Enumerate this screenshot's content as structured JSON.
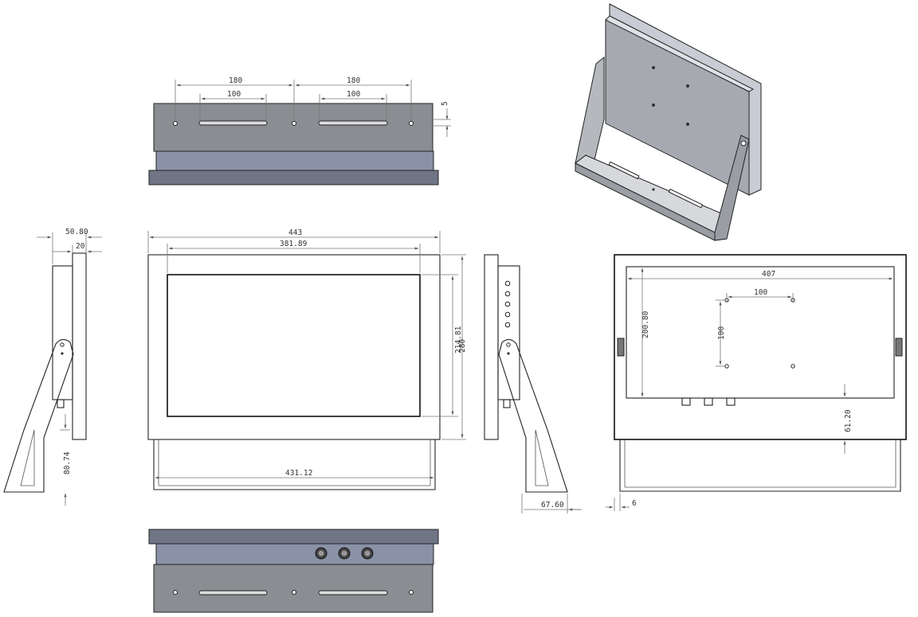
{
  "dimensions": {
    "top_spacing_left": "180",
    "top_spacing_right": "180",
    "top_slot_left": "100",
    "top_slot_right": "100",
    "top_hole_offset": "5",
    "side_depth": "50.80",
    "side_panel": "20",
    "side_arm_height": "80.74",
    "front_width": "443",
    "front_screen_width": "381.89",
    "front_screen_height": "214.81",
    "front_height": "280",
    "bracket_width": "431.12",
    "right_side_depth": "67.60",
    "rear_width": "407",
    "rear_height": "200.80",
    "vesa_h": "100",
    "vesa_v": "100",
    "rear_bottom": "61.20",
    "rear_offset": "6"
  },
  "colors": {
    "housing": "#8a8d91",
    "bezel": "#6f7585",
    "panel": "#8a92a8"
  }
}
